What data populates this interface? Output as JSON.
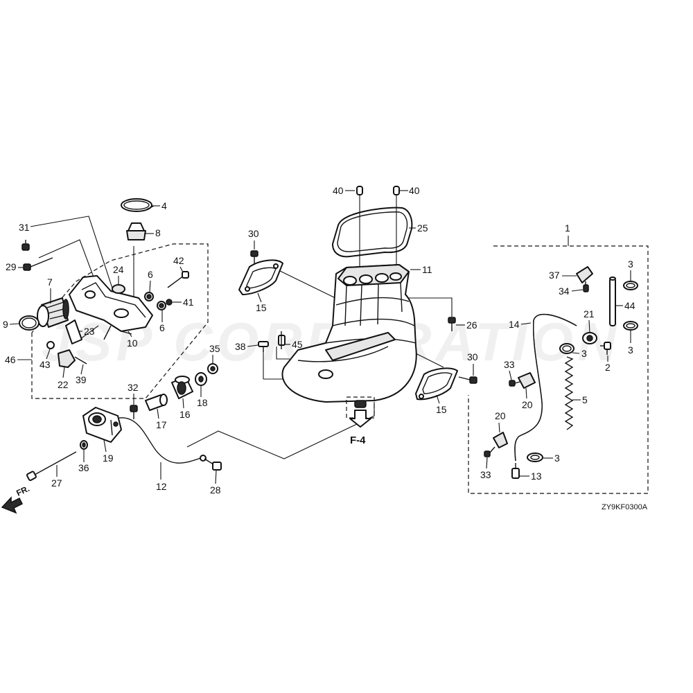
{
  "watermark": "JSP CORPORATION",
  "diagram_code": "ZY9KF0300A",
  "front_arrow_label": "FR.",
  "ref_label": "F-4",
  "callouts": [
    {
      "id": "c40a",
      "text": "40"
    },
    {
      "id": "c40b",
      "text": "40"
    },
    {
      "id": "c4",
      "text": "4"
    },
    {
      "id": "c31",
      "text": "31"
    },
    {
      "id": "c8",
      "text": "8"
    },
    {
      "id": "c30a",
      "text": "30"
    },
    {
      "id": "c25",
      "text": "25"
    },
    {
      "id": "c1",
      "text": "1"
    },
    {
      "id": "c29",
      "text": "29"
    },
    {
      "id": "c42",
      "text": "42"
    },
    {
      "id": "c24",
      "text": "24"
    },
    {
      "id": "c7",
      "text": "7"
    },
    {
      "id": "c6a",
      "text": "6"
    },
    {
      "id": "c11",
      "text": "11"
    },
    {
      "id": "c37",
      "text": "37"
    },
    {
      "id": "c3a",
      "text": "3"
    },
    {
      "id": "c34",
      "text": "34"
    },
    {
      "id": "c41",
      "text": "41"
    },
    {
      "id": "c15a",
      "text": "15"
    },
    {
      "id": "c44",
      "text": "44"
    },
    {
      "id": "c21",
      "text": "21"
    },
    {
      "id": "c9",
      "text": "9"
    },
    {
      "id": "c6b",
      "text": "6"
    },
    {
      "id": "c26",
      "text": "26"
    },
    {
      "id": "c14",
      "text": "14"
    },
    {
      "id": "c23",
      "text": "23"
    },
    {
      "id": "c10",
      "text": "10"
    },
    {
      "id": "c3b",
      "text": "3"
    },
    {
      "id": "c38",
      "text": "38"
    },
    {
      "id": "c45",
      "text": "45"
    },
    {
      "id": "c35",
      "text": "35"
    },
    {
      "id": "c3c",
      "text": "3"
    },
    {
      "id": "c2",
      "text": "2"
    },
    {
      "id": "c46",
      "text": "46"
    },
    {
      "id": "c43",
      "text": "43"
    },
    {
      "id": "c30b",
      "text": "30"
    },
    {
      "id": "c33a",
      "text": "33"
    },
    {
      "id": "c22",
      "text": "22"
    },
    {
      "id": "c39",
      "text": "39"
    },
    {
      "id": "c32",
      "text": "32"
    },
    {
      "id": "c18",
      "text": "18"
    },
    {
      "id": "c5",
      "text": "5"
    },
    {
      "id": "c20a",
      "text": "20"
    },
    {
      "id": "c16",
      "text": "16"
    },
    {
      "id": "c17",
      "text": "17"
    },
    {
      "id": "c15b",
      "text": "15"
    },
    {
      "id": "c20b",
      "text": "20"
    },
    {
      "id": "c19",
      "text": "19"
    },
    {
      "id": "c36",
      "text": "36"
    },
    {
      "id": "c3d",
      "text": "3"
    },
    {
      "id": "c33b",
      "text": "33"
    },
    {
      "id": "c13",
      "text": "13"
    },
    {
      "id": "c27",
      "text": "27"
    },
    {
      "id": "c12",
      "text": "12"
    },
    {
      "id": "c28",
      "text": "28"
    }
  ]
}
